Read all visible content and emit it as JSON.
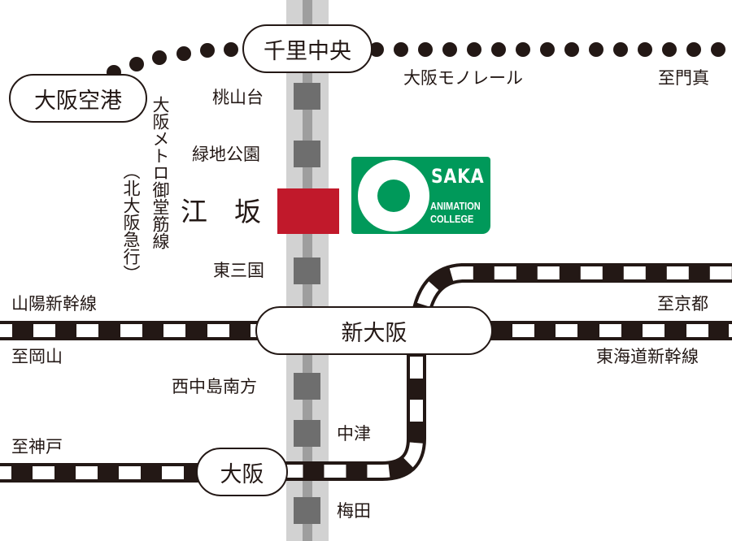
{
  "map": {
    "lines": {
      "monorail": {
        "name": "大阪モノレール",
        "to": "至門真"
      },
      "midosuji": {
        "name": "大阪メトロ御堂筋線",
        "alt_name": "（北大阪急行）"
      },
      "sanyo_shinkansen": {
        "name": "山陽新幹線",
        "to": "至岡山"
      },
      "tokaido_shinkansen": {
        "name": "東海道新幹線",
        "to": "至京都"
      },
      "jr_kobe": {
        "to": "至神戸"
      }
    },
    "major_stations": {
      "senri_chuo": "千里中央",
      "osaka_airport": "大阪空港",
      "shin_osaka": "新大阪",
      "osaka": "大阪"
    },
    "midosuji_stations": {
      "momoyamadai": "桃山台",
      "ryokuchi_koen": "緑地公園",
      "esaka": "江　坂",
      "higashi_mikuni": "東三国",
      "nishinakajima_minamigata": "西中島南方",
      "nakatsu": "中津",
      "umeda": "梅田"
    },
    "destination": {
      "logo_main": "SAKA",
      "logo_line1": "ANIMATION",
      "logo_line2": "COLLEGE"
    },
    "colors": {
      "ink": "#231815",
      "highlight_station": "#c1192b",
      "metro_station": "#6e6e6e",
      "metro_track_outer": "#d2d2d2",
      "metro_track_inner": "#9e9e9e",
      "logo_green": "#00995a"
    }
  }
}
